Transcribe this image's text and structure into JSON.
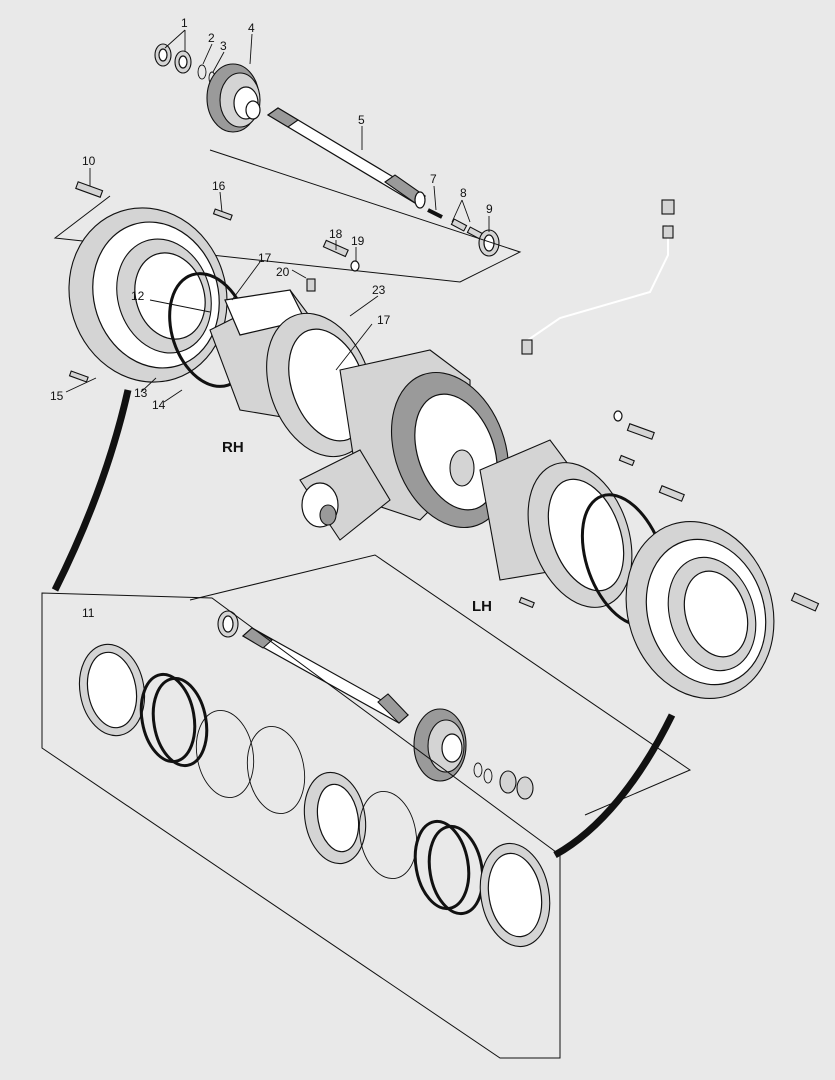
{
  "diagram": {
    "callouts": [
      "1",
      "2",
      "3",
      "4",
      "5",
      "7",
      "8",
      "9",
      "10",
      "11",
      "12",
      "13",
      "14",
      "15",
      "16",
      "17",
      "17",
      "18",
      "19",
      "20",
      "23"
    ],
    "side_labels": {
      "rh": "RH",
      "lh": "LH"
    }
  }
}
